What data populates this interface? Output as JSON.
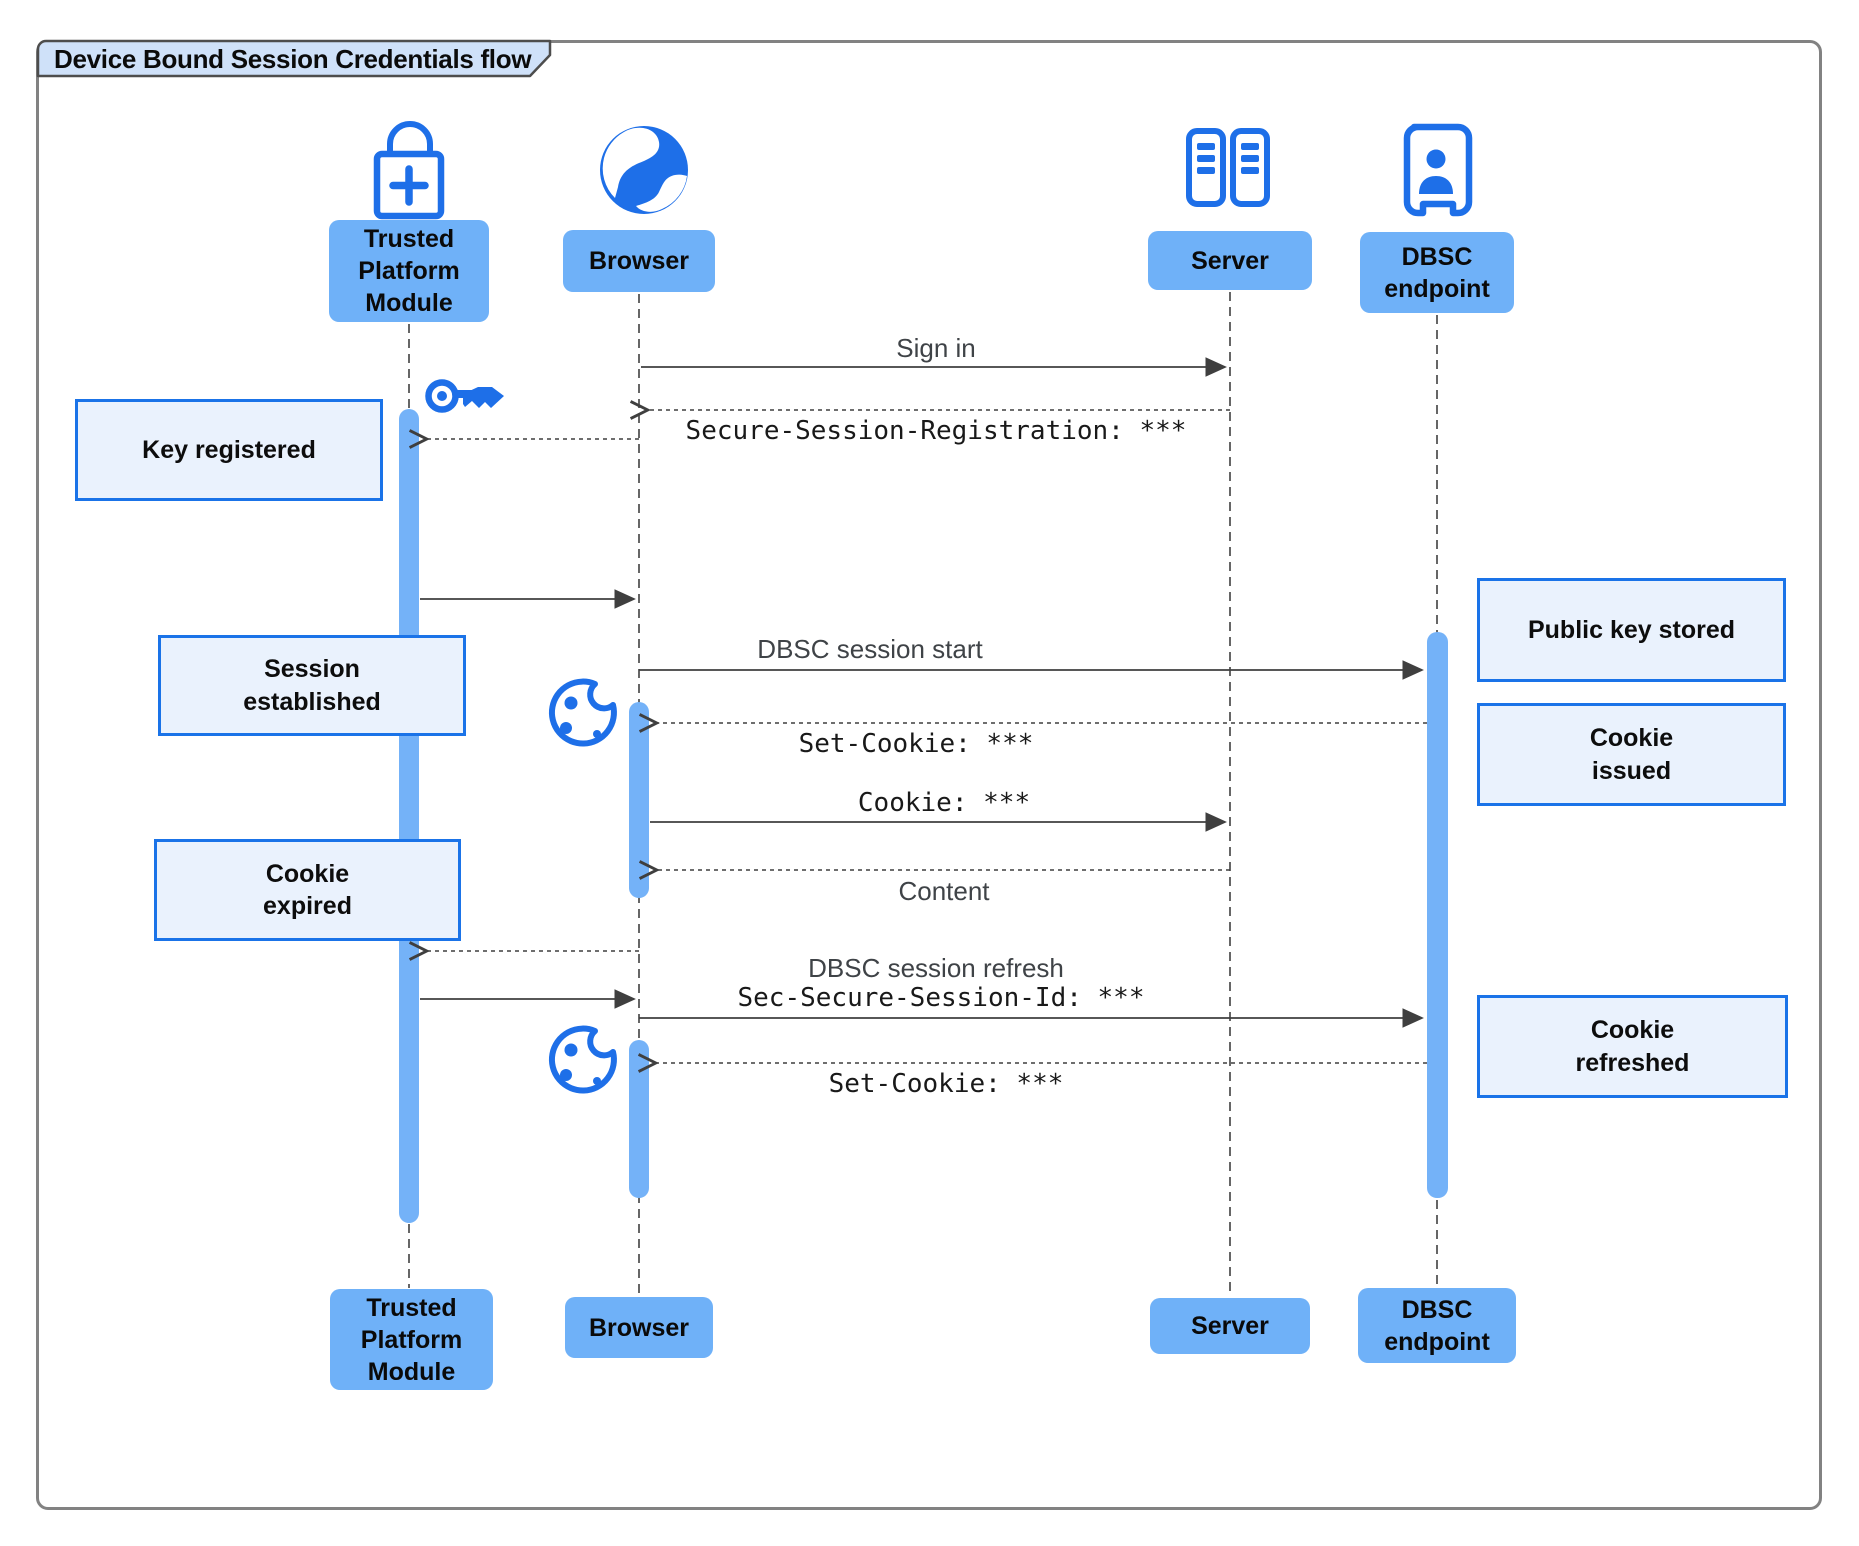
{
  "title": "Device Bound Session Credentials flow",
  "participants": {
    "tpm": {
      "label": "Trusted\nPlatform\nModule",
      "icon": "lock-plus-icon"
    },
    "browser": {
      "label": "Browser",
      "icon": "globe-icon"
    },
    "server": {
      "label": "Server",
      "icon": "server-rack-icon"
    },
    "dbsc": {
      "label": "DBSC\nendpoint",
      "icon": "id-card-icon"
    }
  },
  "messages": {
    "sign_in": "Sign in",
    "secure_session_registration": "Secure-Session-Registration: ***",
    "dbsc_session_start": "DBSC session start",
    "set_cookie_1": "Set-Cookie: ***",
    "cookie": "Cookie: ***",
    "content": "Content",
    "dbsc_session_refresh": "DBSC session refresh",
    "sec_secure_session_id": "Sec-Secure-Session-Id: ***",
    "set_cookie_2": "Set-Cookie: ***"
  },
  "notes": {
    "key_registered": "Key registered",
    "session_established": "Session\nestablished",
    "cookie_expired": "Cookie\nexpired",
    "public_key_stored": "Public key stored",
    "cookie_issued": "Cookie\nissued",
    "cookie_refreshed": "Cookie\nrefreshed"
  },
  "colors": {
    "actor_fill": "#6fb1f8",
    "bar_fill": "#74b2f8",
    "icon_blue": "#1e6fe8",
    "note_fill": "#eaf2fd",
    "note_border": "#1a73e8",
    "title_fill": "#cfe1f9",
    "frame_border": "#828282",
    "arrow": "#3f3f3f",
    "label_sans": "#3f4347",
    "label_mono": "#191919"
  }
}
